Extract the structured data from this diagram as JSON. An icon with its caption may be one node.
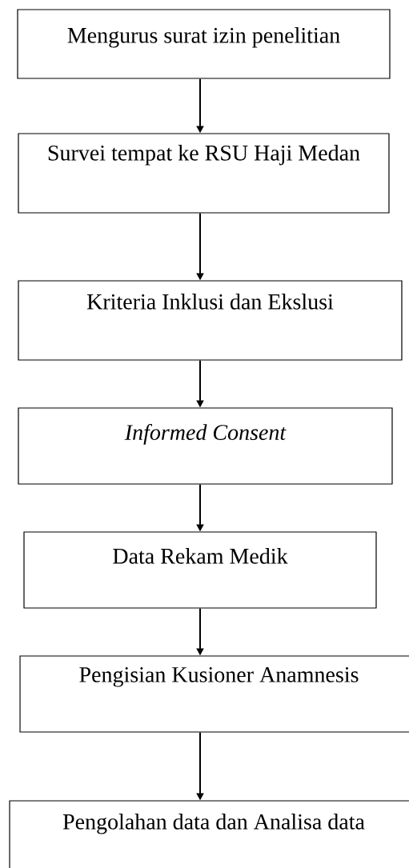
{
  "diagram": {
    "nodes": [
      {
        "text": [
          "Mengurus surat izin penelitian"
        ]
      },
      {
        "text": [
          "Survei tempat ke RSU Haji Medan"
        ]
      },
      {
        "text": [
          "Kriteria Inklusi dan Ekslusi"
        ]
      },
      {
        "text": [
          "Informed Consent"
        ]
      },
      {
        "text": [
          "Data Rekam Medik"
        ]
      },
      {
        "text": [
          "Pengisian Kusioner Anamnesis"
        ]
      },
      {
        "text": [
          "Pengolahan data dan Analisa data"
        ]
      }
    ],
    "edges": [
      {
        "from": 0,
        "to": 1,
        "arrow": "to"
      },
      {
        "from": 1,
        "to": 2,
        "arrow": "to"
      },
      {
        "from": 2,
        "to": 3,
        "arrow": "to"
      },
      {
        "from": 3,
        "to": 4,
        "arrow": "to"
      },
      {
        "from": 4,
        "to": 5,
        "arrow": "to"
      },
      {
        "from": 5,
        "to": 6,
        "arrow": "to"
      }
    ]
  }
}
